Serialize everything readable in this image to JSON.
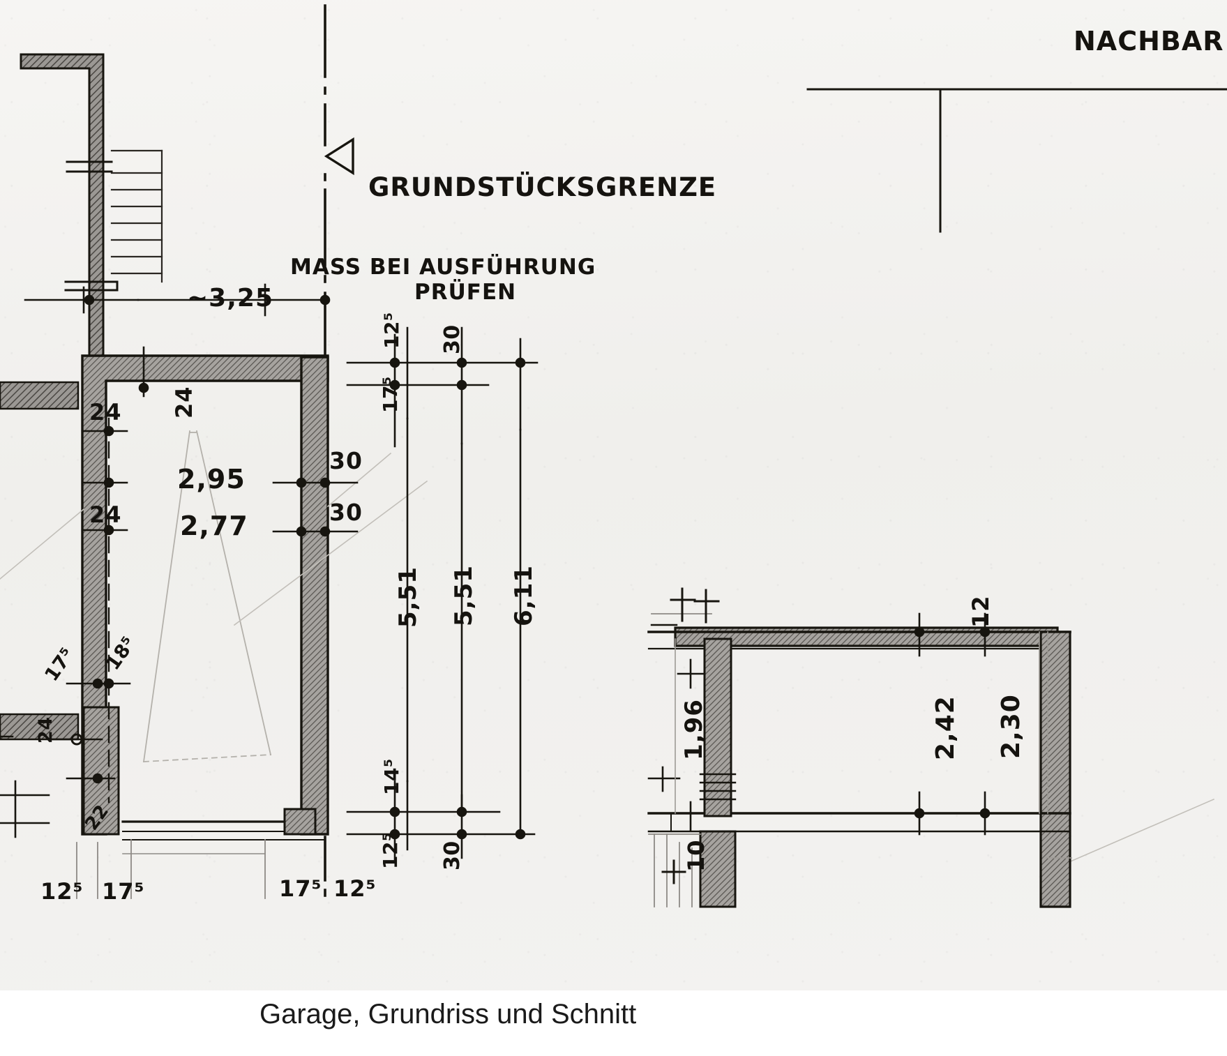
{
  "document": {
    "kind": "scanned-architectural-drawing",
    "caption": "Garage, Grundriss und Schnitt",
    "language": "de"
  },
  "annotations": {
    "property_boundary": "GRUNDSTÜCKSGRENZE",
    "check_note_line1": "MASS BEI AUSFÜHRUNG",
    "check_note_line2": "PRÜFEN",
    "neighbour": "NACHBAR"
  },
  "floor_plan": {
    "title": "Grundriss",
    "dimensions": {
      "approx_width": "~3,25",
      "inner_clear_1": "2,95",
      "inner_clear_2": "2,77",
      "wall_24_top": "24",
      "wall_24_left_upper": "24",
      "wall_24_left_lower": "24",
      "wall_30_upper": "30",
      "wall_30_lower": "30",
      "chain_5_51": "5,51",
      "chain_5_51_b": "5,51",
      "chain_6_11": "6,11",
      "top_chain_12_5": "12⁵",
      "top_chain_17_5": "17⁵",
      "top_chain_30": "30",
      "bottom_chain_14_5": "14⁵",
      "bottom_chain_12_5": "12⁵",
      "bottom_chain_30": "30",
      "left_17_5": "17⁵",
      "left_18_5": "18⁵",
      "bottom_left_12_5": "12⁵",
      "bottom_left_17_5": "17⁵",
      "bottom_mid_17_5": "17⁵",
      "bottom_mid_12_5": "12⁵",
      "edge_2_4": "24",
      "edge_22": "22"
    }
  },
  "section": {
    "title": "Schnitt",
    "dimensions": {
      "slab_12": "12",
      "height_2_42": "2,42",
      "height_2_30": "2,30",
      "height_1_96": "1,96",
      "base_10": "10"
    }
  },
  "colors": {
    "paper": "#f2f1ef",
    "ink": "#15130f",
    "hatch": "#6d6d6d",
    "caption_text": "#1a1a1a",
    "page_background": "#ffffff"
  }
}
